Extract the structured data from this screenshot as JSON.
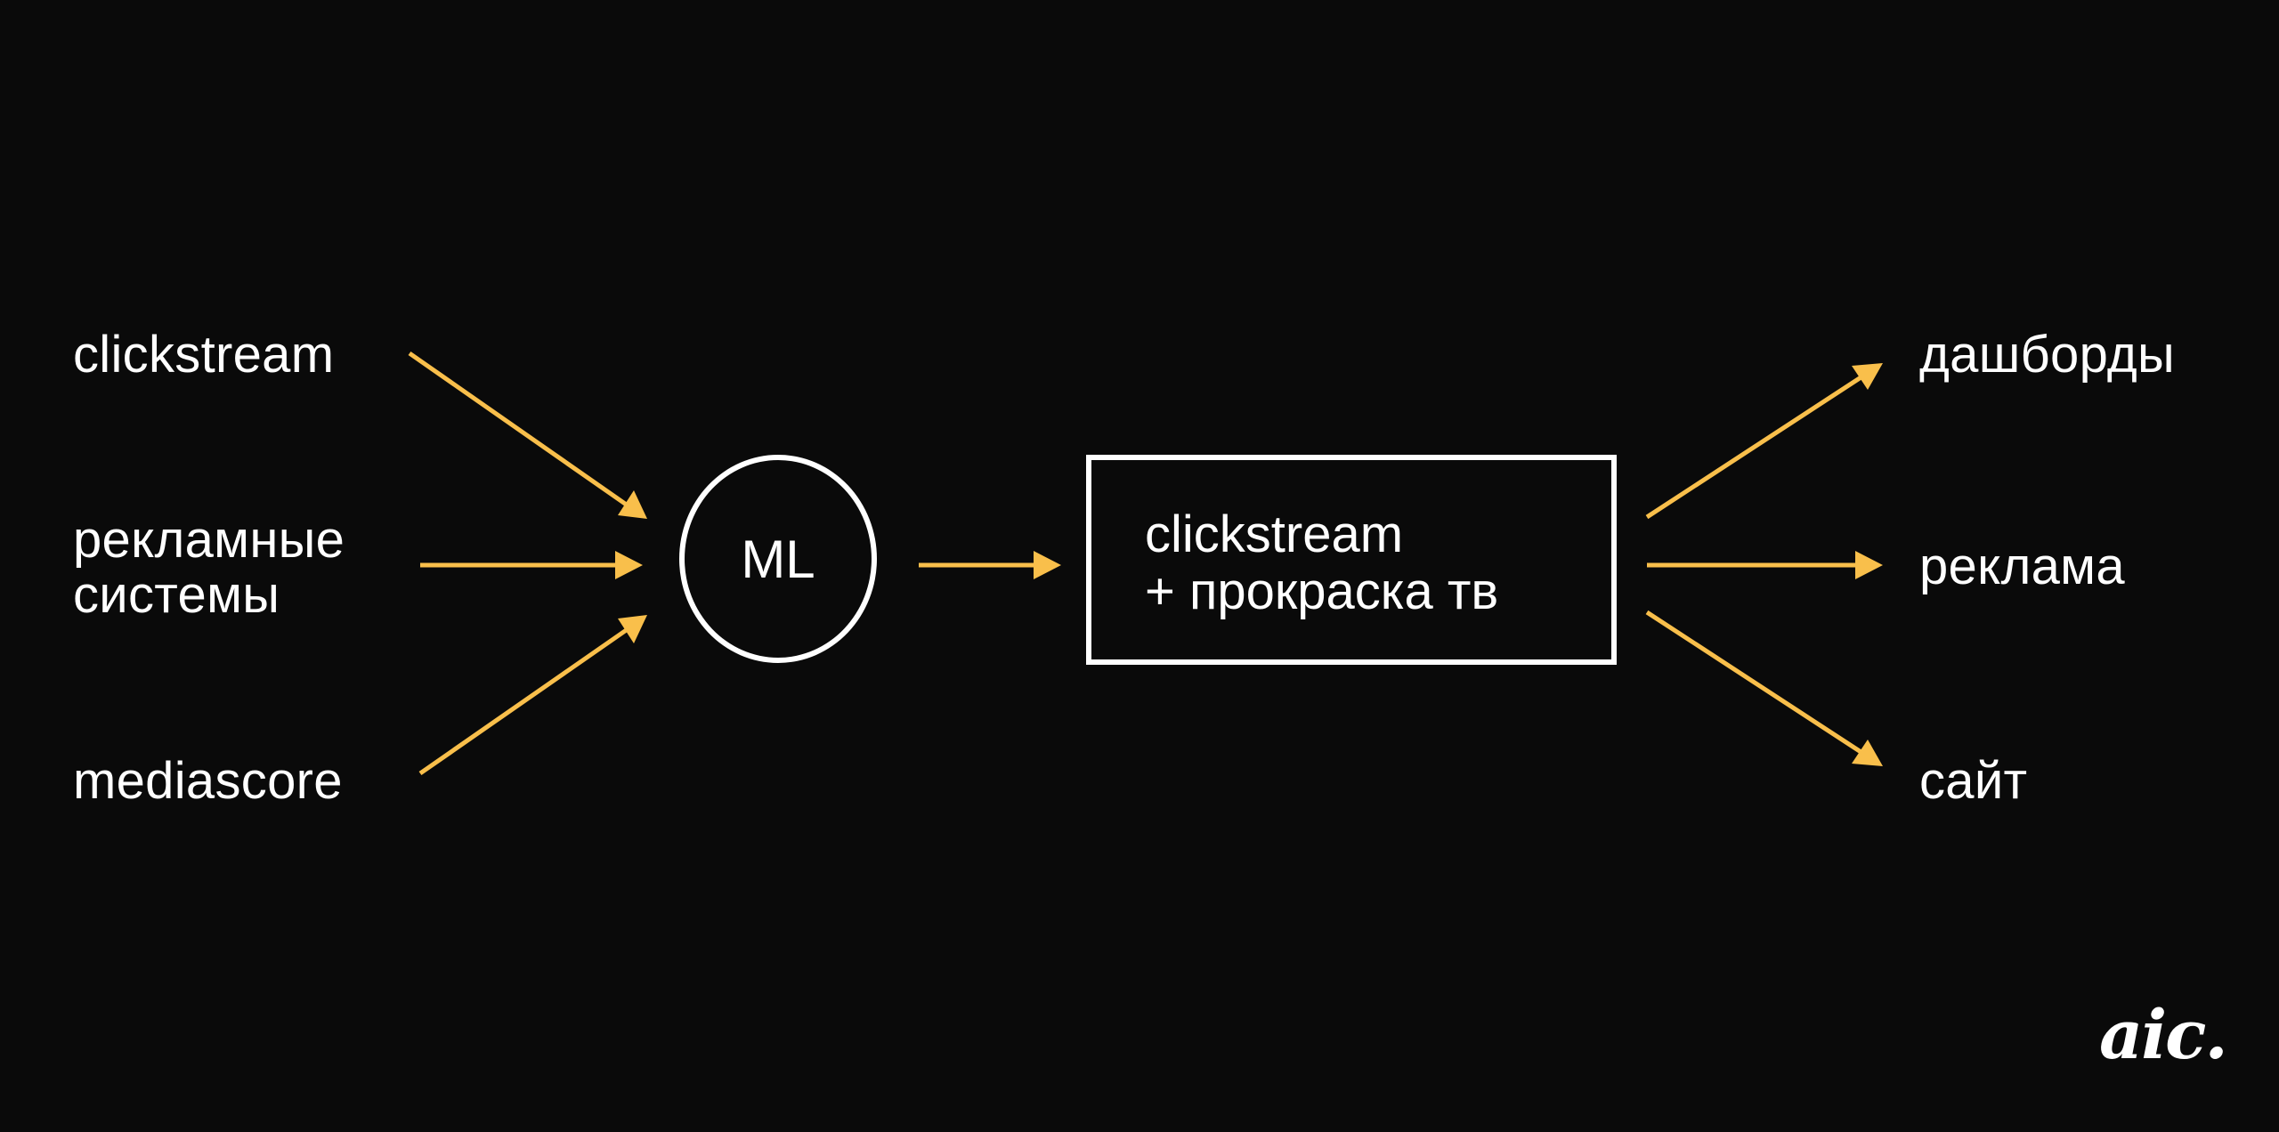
{
  "inputs": [
    {
      "label": "clickstream"
    },
    {
      "label_line1": "рекламные",
      "label_line2": "системы"
    },
    {
      "label": "mediascore"
    }
  ],
  "model_node": {
    "label": "ML"
  },
  "result_box": {
    "line1": "clickstream",
    "line2": "+ прокраска тв"
  },
  "outputs": [
    {
      "label": "дашборды"
    },
    {
      "label": "реклама"
    },
    {
      "label": "сайт"
    }
  ],
  "logo": {
    "text": "aic."
  },
  "colors": {
    "background": "#0a0a0a",
    "arrow": "#f9bf4b",
    "text": "#ffffff"
  }
}
